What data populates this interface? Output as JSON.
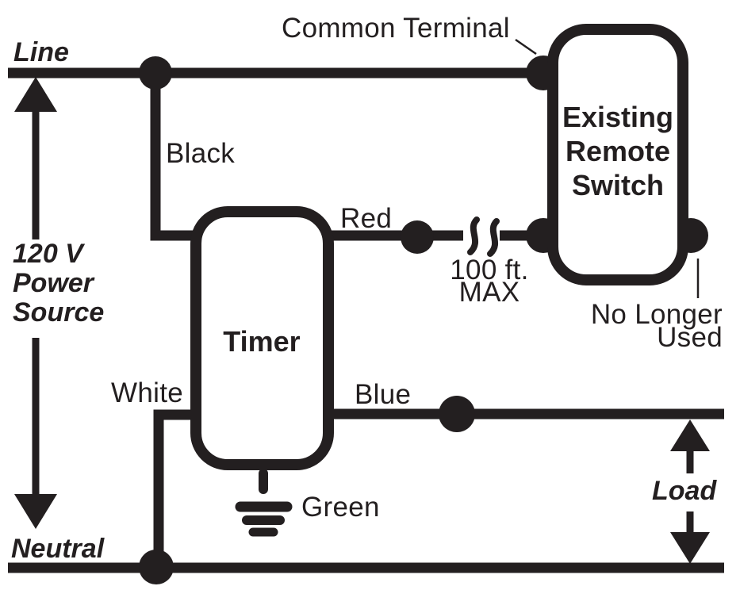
{
  "diagram": {
    "colors": {
      "ink": "#231f20",
      "background": "#ffffff"
    },
    "labels": {
      "line": "Line",
      "neutral": "Neutral",
      "load": "Load",
      "common_terminal": "Common Terminal",
      "black": "Black",
      "red": "Red",
      "white": "White",
      "blue": "Blue",
      "green": "Green",
      "max_run": [
        "100 ft.",
        "MAX"
      ],
      "no_longer_used": [
        "No Longer",
        "Used"
      ],
      "power_source": [
        "120 V",
        "Power",
        "Source"
      ]
    },
    "components": {
      "timer": "Timer",
      "remote_switch": [
        "Existing",
        "Remote",
        "Switch"
      ]
    }
  }
}
